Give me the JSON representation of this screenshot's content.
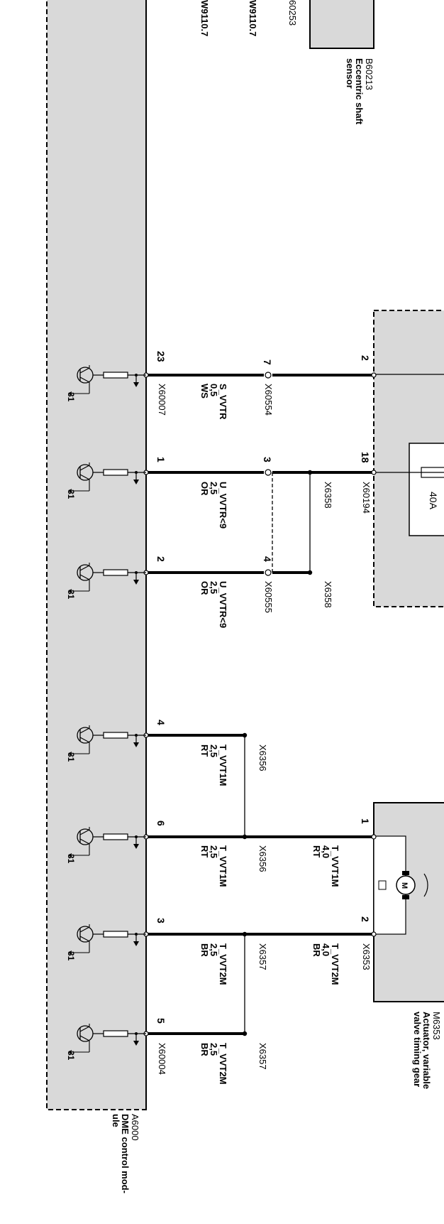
{
  "modules": {
    "dme": {
      "id": "A6000",
      "name_line1": "DME control mod-",
      "name_line2": "ule"
    },
    "actuator": {
      "id": "M6353",
      "name_line1": "Actuator, variable",
      "name_line2": "valve timing gear"
    },
    "eccentric": {
      "id": "B60213",
      "name_line1": "Eccentric shaft",
      "name_line2": "sensor"
    },
    "fuse": {
      "label": "40A"
    }
  },
  "top_labels": {
    "w_a": "W9110.7",
    "w_b": "W9110.7",
    "x_partial": "60253"
  },
  "connectors": {
    "x60007": "X60007",
    "x60554": "X60554",
    "x60194": "X60194",
    "x6358_a": "X6358",
    "x6358_b": "X6358",
    "x60555": "X60555",
    "x6356_a": "X6356",
    "x6356_b": "X6356",
    "x6357_a": "X6357",
    "x6357_b": "X6357",
    "x6353": "X6353",
    "x60004": "X60004"
  },
  "pins": {
    "p23": "23",
    "p7": "7",
    "p2_top": "2",
    "p1": "1",
    "p3": "3",
    "p18": "18",
    "p2": "2",
    "p4_mid": "4",
    "p4": "4",
    "p6": "6",
    "p1_act": "1",
    "p3_bot": "3",
    "p2_act": "2",
    "p5": "5"
  },
  "wires": [
    {
      "name": "S_VVTR",
      "size": "0,5",
      "color": "WS"
    },
    {
      "name": "U_VVTR<9",
      "size": "2,5",
      "color": "OR"
    },
    {
      "name": "U_VVTR<9",
      "size": "2,5",
      "color": "OR"
    },
    {
      "name": "T_VVT1M",
      "size": "2,5",
      "color": "RT"
    },
    {
      "name": "T_VVT1M",
      "size": "2,5",
      "color": "RT"
    },
    {
      "name": "T_VVT2M",
      "size": "2,5",
      "color": "BR"
    },
    {
      "name": "T_VVT2M",
      "size": "2,5",
      "color": "BR"
    },
    {
      "name": "T_VVT1M",
      "size": "4,0",
      "color": "RT"
    },
    {
      "name": "T_VVT2M",
      "size": "4,0",
      "color": "BR"
    }
  ],
  "ground_label": "31",
  "motor_label": "M",
  "colors": {
    "module_fill": "#d9d9d9",
    "line": "#000000",
    "background": "#ffffff"
  }
}
